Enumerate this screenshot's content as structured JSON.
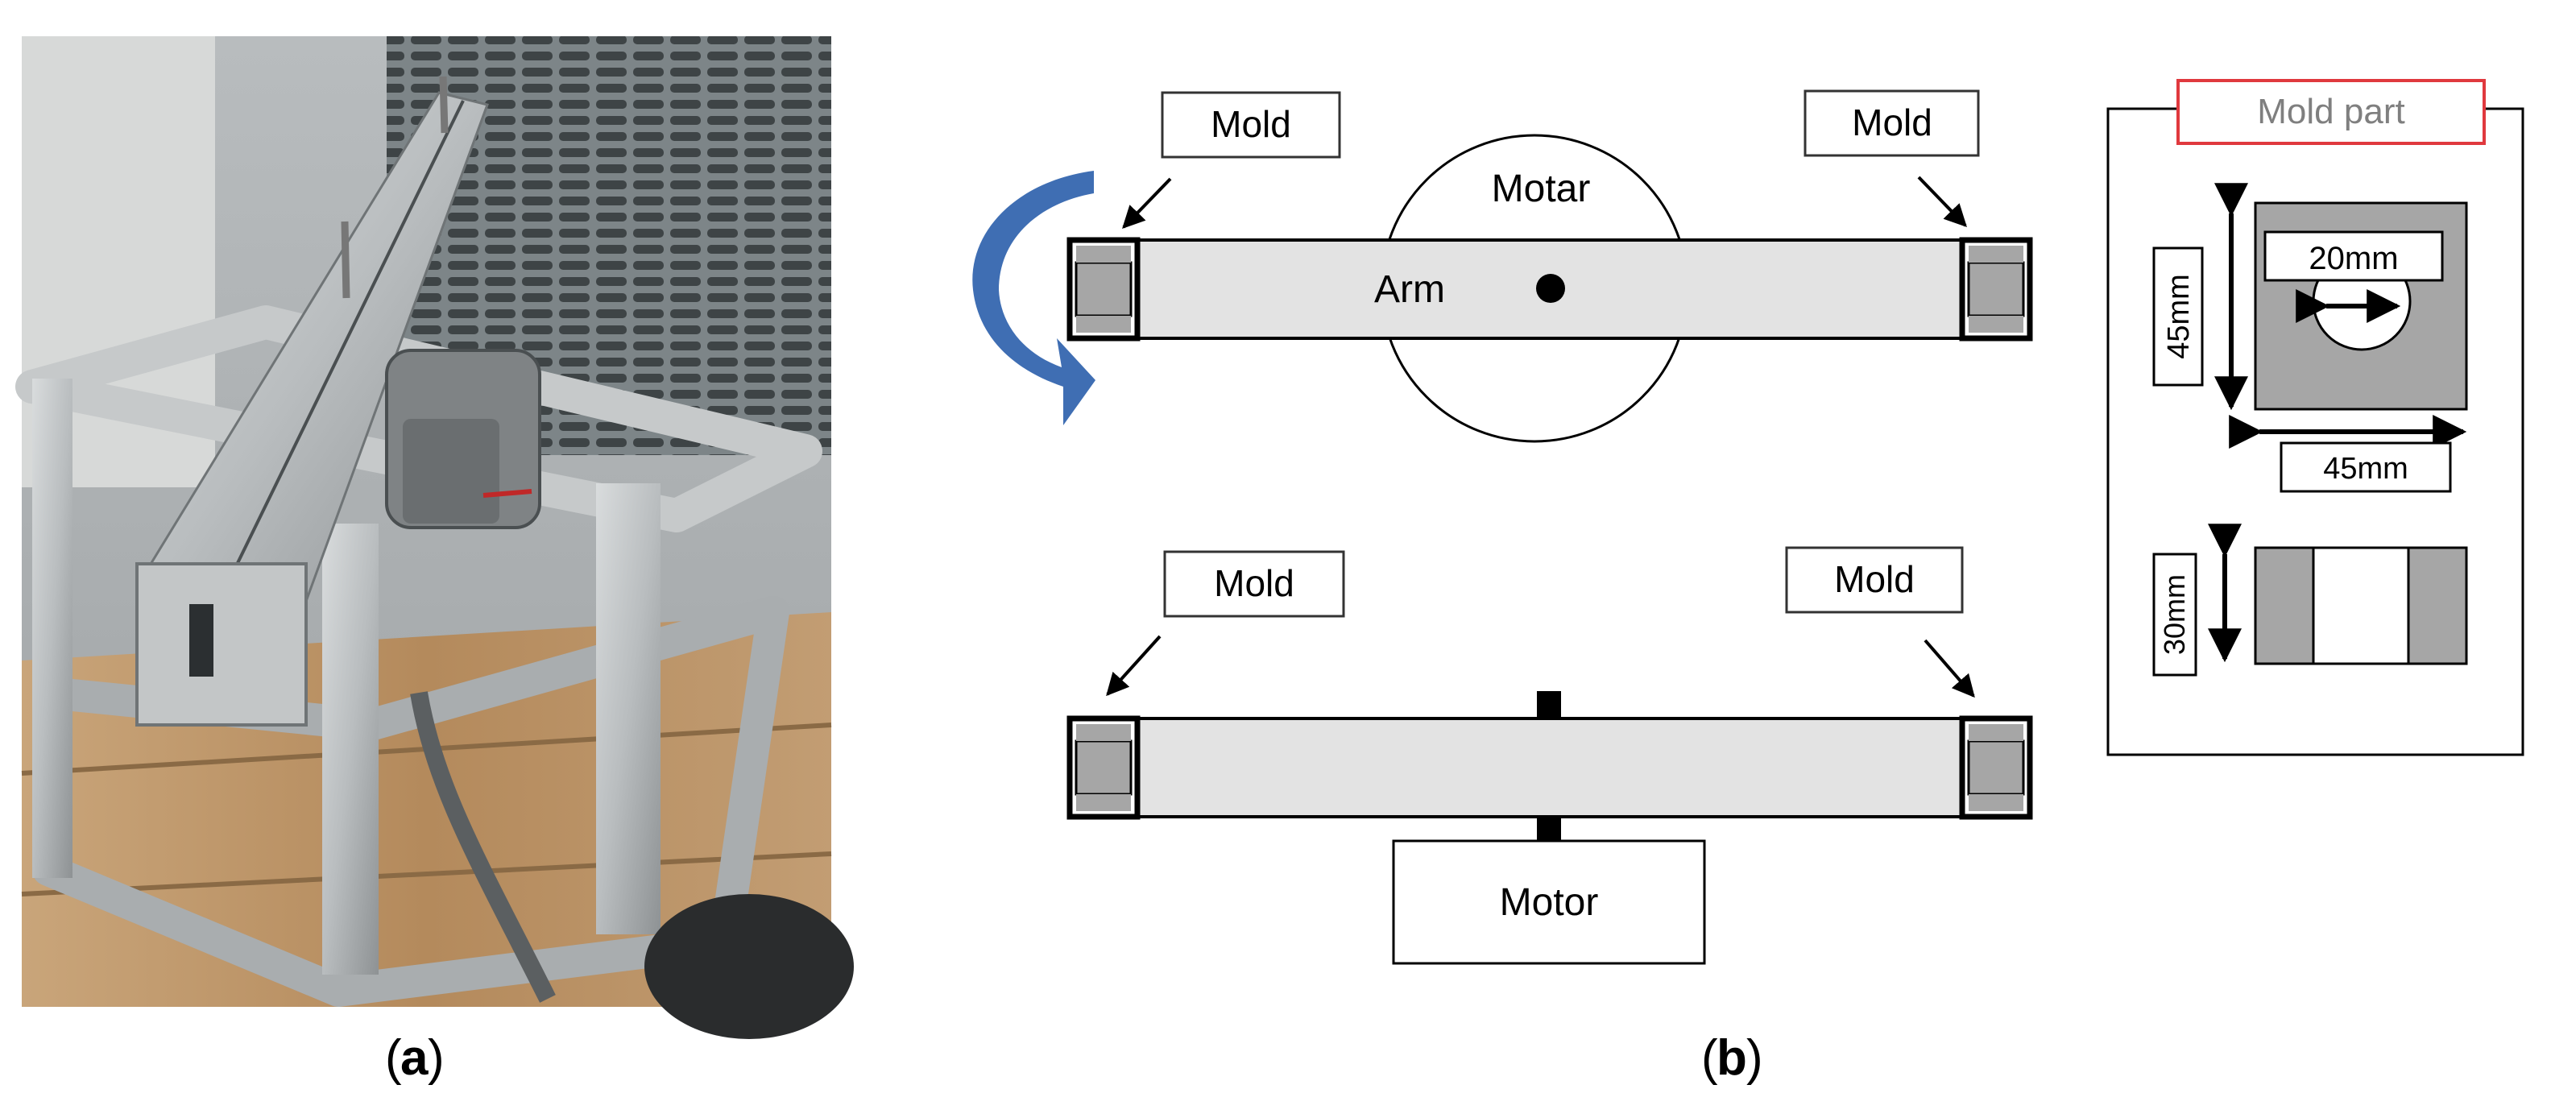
{
  "panel_a": {
    "caption_letter": "a",
    "photo_description": "photograph of rotational molding apparatus"
  },
  "panel_b": {
    "caption_letter": "b",
    "top_view": {
      "mold_left_label": "Mold",
      "mold_right_label": "Mold",
      "motor_label": "Motar",
      "arm_label": "Arm"
    },
    "side_view": {
      "mold_left_label": "Mold",
      "mold_right_label": "Mold",
      "motor_label": "Motor"
    },
    "mold_part": {
      "title": "Mold part",
      "hole_diameter": "20mm",
      "height": "45mm",
      "width": "45mm",
      "thickness": "30mm"
    }
  },
  "colors": {
    "arrow_blue": "#3f6eb3",
    "mold_part_title_border": "#e0393e",
    "mold_gray": "#a6a6a6",
    "arm_fill": "#e3e3e3"
  }
}
